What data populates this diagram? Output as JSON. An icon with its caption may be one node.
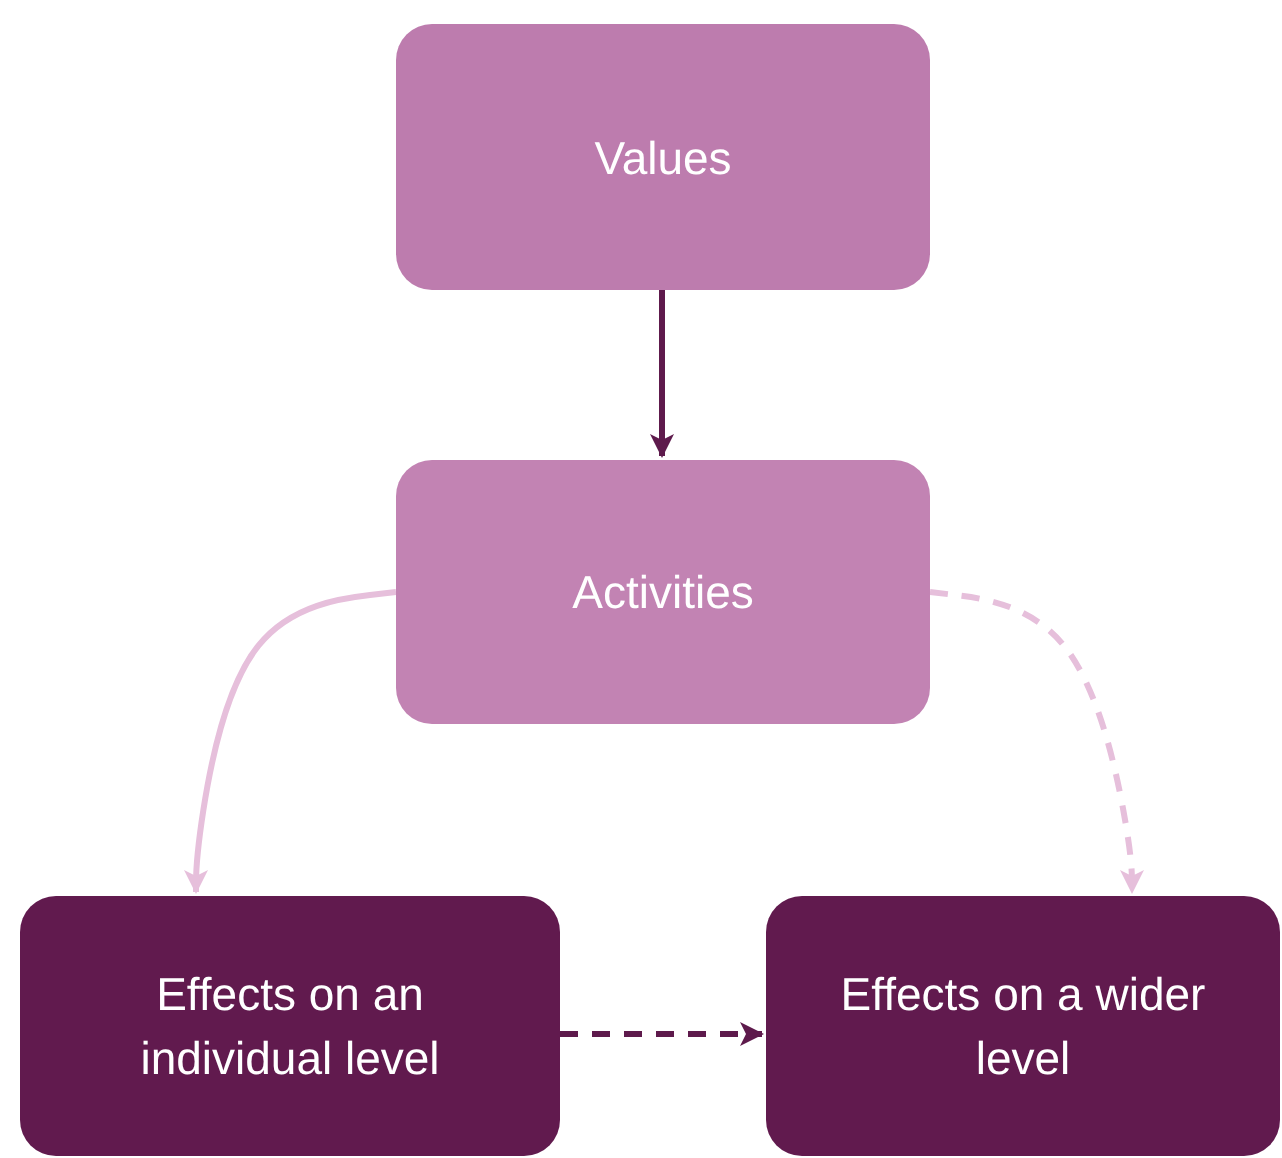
{
  "diagram": {
    "nodes": [
      {
        "text": [
          "Values"
        ]
      },
      {
        "text": [
          "Activities"
        ]
      },
      {
        "text": [
          "Effects on an individual level"
        ]
      },
      {
        "text": [
          "Effects on a wider level"
        ]
      }
    ],
    "edges": [
      {
        "from": 0,
        "to": 1,
        "arrow": "to",
        "color": "#5e1a4c"
      },
      {
        "from": 1,
        "to": 2,
        "arrow": "to",
        "color": "#e6bfdb"
      },
      {
        "from": 1,
        "to": 3,
        "arrow": "to",
        "style": "dashed",
        "color": "#e6bfdb"
      },
      {
        "from": 2,
        "to": 3,
        "arrow": "to",
        "style": "dashed",
        "color": "#5e1a4c"
      }
    ]
  }
}
